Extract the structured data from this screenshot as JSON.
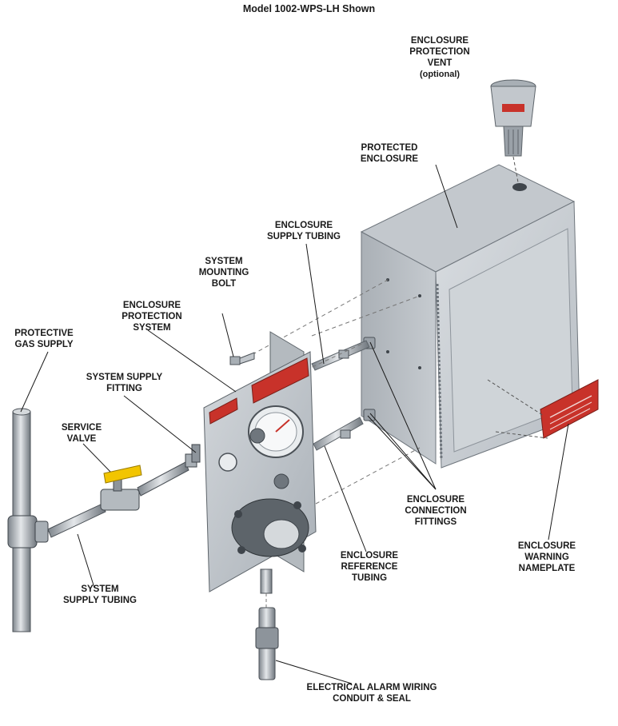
{
  "title": "Model 1002-WPS-LH Shown",
  "labels": {
    "vent": [
      "ENCLOSURE",
      "PROTECTION",
      "VENT",
      "(optional)"
    ],
    "protected_enclosure": [
      "PROTECTED",
      "ENCLOSURE"
    ],
    "supply_tubing": [
      "ENCLOSURE",
      "SUPPLY TUBING"
    ],
    "mounting_bolt": [
      "SYSTEM",
      "MOUNTING",
      "BOLT"
    ],
    "protection_system": [
      "ENCLOSURE",
      "PROTECTION",
      "SYSTEM"
    ],
    "gas_supply": [
      "PROTECTIVE",
      "GAS SUPPLY"
    ],
    "supply_fitting": [
      "SYSTEM SUPPLY",
      "FITTING"
    ],
    "service_valve": [
      "SERVICE",
      "VALVE"
    ],
    "connection_fittings": [
      "ENCLOSURE",
      "CONNECTION",
      "FITTINGS"
    ],
    "reference_tubing": [
      "ENCLOSURE",
      "REFERENCE",
      "TUBING"
    ],
    "warning_nameplate": [
      "ENCLOSURE",
      "WARNING",
      "NAMEPLATE"
    ],
    "system_supply_tubing": [
      "SYSTEM",
      "SUPPLY TUBING"
    ],
    "alarm_wiring": [
      "ELECTRICAL ALARM WIRING",
      "CONDUIT & SEAL"
    ]
  },
  "colors": {
    "metal": "#c9cdd1",
    "metal_dark": "#8d949b",
    "warning_plate": "#c8322a",
    "valve_handle": "#f2c500"
  }
}
